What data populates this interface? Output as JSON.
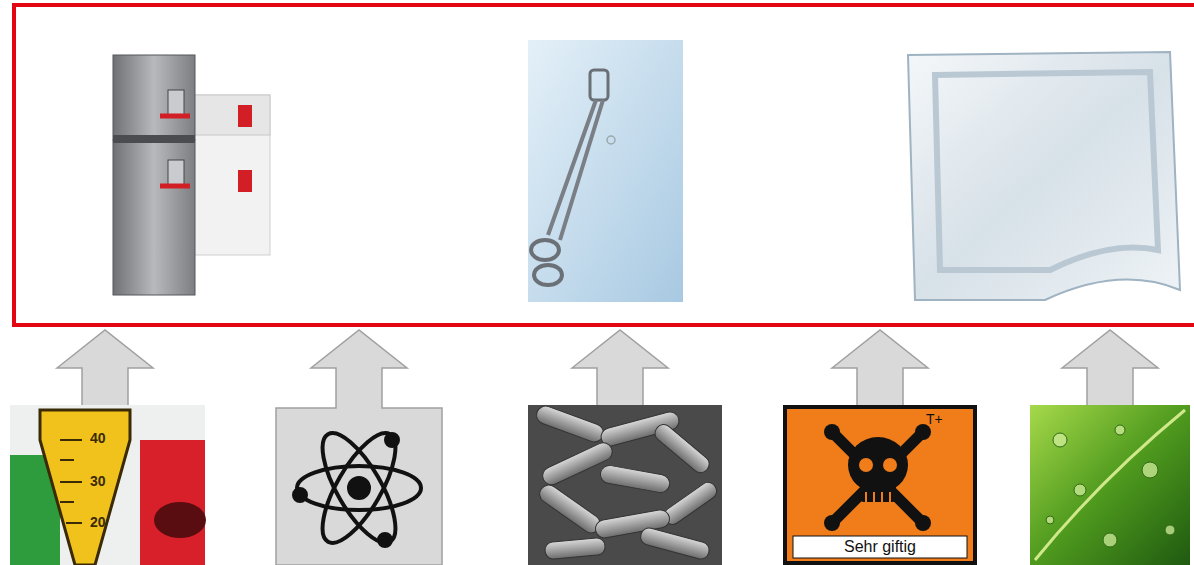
{
  "diagram": {
    "labels": [
      "40",
      "30",
      "20",
      "T+",
      "Sehr giftig"
    ]
  }
}
